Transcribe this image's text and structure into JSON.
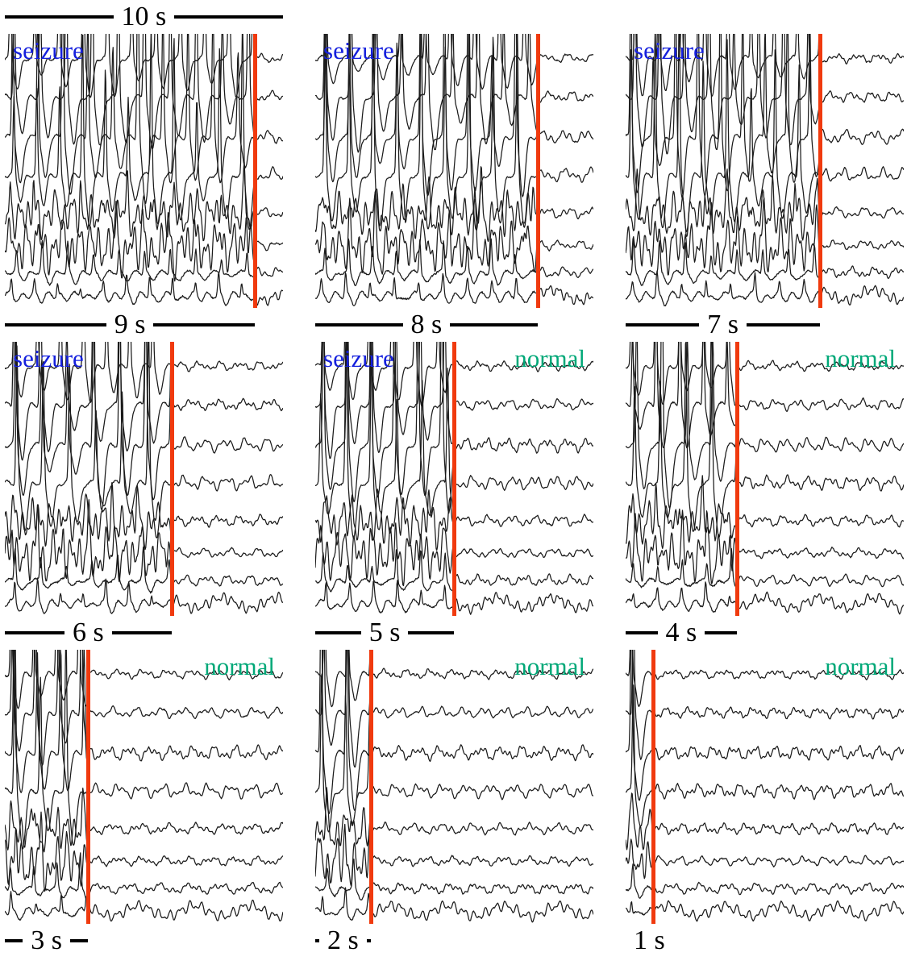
{
  "figure_title": "",
  "chart_data": {
    "type": "line",
    "description": "Nine 10-second multi-channel EEG excerpts. Spiky seizure activity occupies the left part of each window and ends at the red vertical marker, followed by low-amplitude normal EEG. The bar above the first panel shows the full 10 s window; the bar under each panel shows the seizure duration.",
    "window_seconds": 10,
    "window_scale_label": "10 s",
    "channels": 8,
    "legend": {
      "seizure_text": "seizure",
      "normal_text": "normal"
    },
    "panels": [
      {
        "seizure_seconds": 9,
        "duration_label": "9 s",
        "seizure_label": "seizure",
        "normal_label": "",
        "marker_fraction": 0.9
      },
      {
        "seizure_seconds": 8,
        "duration_label": "8 s",
        "seizure_label": "seizure",
        "normal_label": "",
        "marker_fraction": 0.8
      },
      {
        "seizure_seconds": 7,
        "duration_label": "7 s",
        "seizure_label": "seizure",
        "normal_label": "",
        "marker_fraction": 0.7
      },
      {
        "seizure_seconds": 6,
        "duration_label": "6 s",
        "seizure_label": "seizure",
        "normal_label": "",
        "marker_fraction": 0.6
      },
      {
        "seizure_seconds": 5,
        "duration_label": "5 s",
        "seizure_label": "seizure",
        "normal_label": "normal",
        "marker_fraction": 0.5
      },
      {
        "seizure_seconds": 4,
        "duration_label": "4 s",
        "seizure_label": "",
        "normal_label": "normal",
        "marker_fraction": 0.4
      },
      {
        "seizure_seconds": 3,
        "duration_label": "3 s",
        "seizure_label": "",
        "normal_label": "normal",
        "marker_fraction": 0.3
      },
      {
        "seizure_seconds": 2,
        "duration_label": "2 s",
        "seizure_label": "",
        "normal_label": "normal",
        "marker_fraction": 0.2
      },
      {
        "seizure_seconds": 1,
        "duration_label": "1 s",
        "seizure_label": "",
        "normal_label": "normal",
        "marker_fraction": 0.1
      }
    ],
    "colors": {
      "seizure_label": "#1520dd",
      "normal_label": "#00a878",
      "marker": "#f03a0e",
      "trace": "#1b1b1b",
      "scale_bar": "#000000"
    }
  }
}
